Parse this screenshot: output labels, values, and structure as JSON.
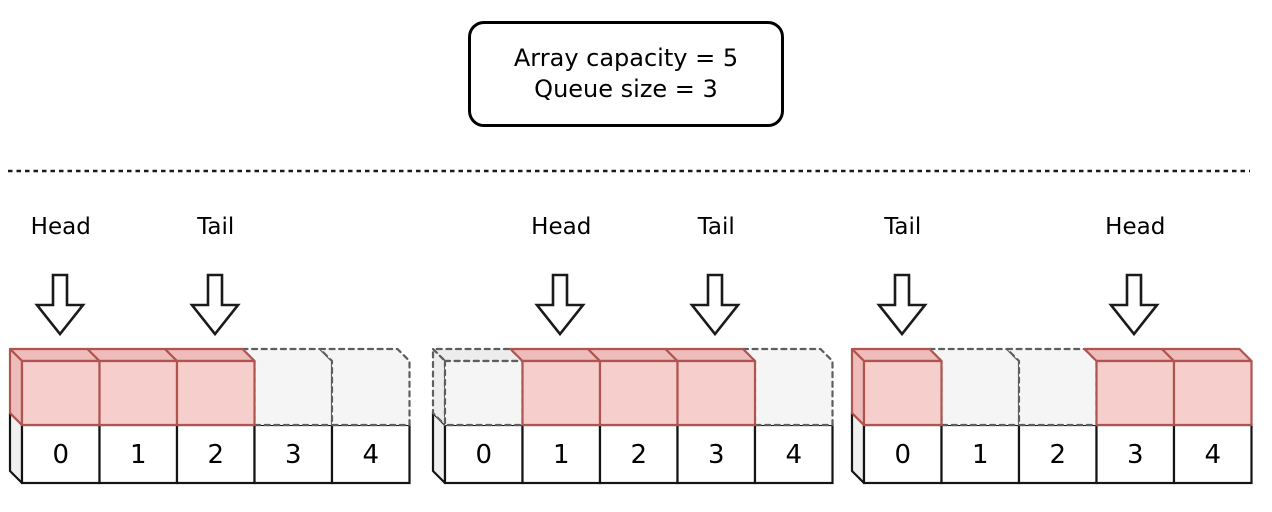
{
  "header": {
    "line1": "Array capacity = 5",
    "line2": "Queue size = 3"
  },
  "capacity": 5,
  "queue_size": 3,
  "colors": {
    "occupied_fill": "#f6cecc",
    "occupied_side_fill": "#eebcba",
    "occupied_stroke": "#b05450",
    "empty_fill": "#f5f5f5",
    "empty_side_fill": "#ededed",
    "empty_stroke": "#5e5e5e",
    "cell_fill": "#ffffff",
    "cell_stroke": "#141414",
    "cell_side_fill": "#f0f0f0",
    "line_color": "#1a1a1a"
  },
  "icons": {
    "pointer_arrow": "down-arrow-icon"
  },
  "diagrams": [
    {
      "name": "state-1",
      "pointers": [
        {
          "label": "Head",
          "cell": 0
        },
        {
          "label": "Tail",
          "cell": 2
        }
      ],
      "cells": [
        {
          "index": "0",
          "state": "occupied"
        },
        {
          "index": "1",
          "state": "occupied"
        },
        {
          "index": "2",
          "state": "occupied"
        },
        {
          "index": "3",
          "state": "empty"
        },
        {
          "index": "4",
          "state": "empty"
        }
      ]
    },
    {
      "name": "state-2",
      "pointers": [
        {
          "label": "Head",
          "cell": 1
        },
        {
          "label": "Tail",
          "cell": 3
        }
      ],
      "cells": [
        {
          "index": "0",
          "state": "empty"
        },
        {
          "index": "1",
          "state": "occupied"
        },
        {
          "index": "2",
          "state": "occupied"
        },
        {
          "index": "3",
          "state": "occupied"
        },
        {
          "index": "4",
          "state": "empty"
        }
      ]
    },
    {
      "name": "state-3",
      "pointers": [
        {
          "label": "Tail",
          "cell": 0
        },
        {
          "label": "Head",
          "cell": 3
        }
      ],
      "cells": [
        {
          "index": "0",
          "state": "occupied"
        },
        {
          "index": "1",
          "state": "empty"
        },
        {
          "index": "2",
          "state": "empty"
        },
        {
          "index": "3",
          "state": "occupied"
        },
        {
          "index": "4",
          "state": "occupied"
        }
      ]
    }
  ]
}
